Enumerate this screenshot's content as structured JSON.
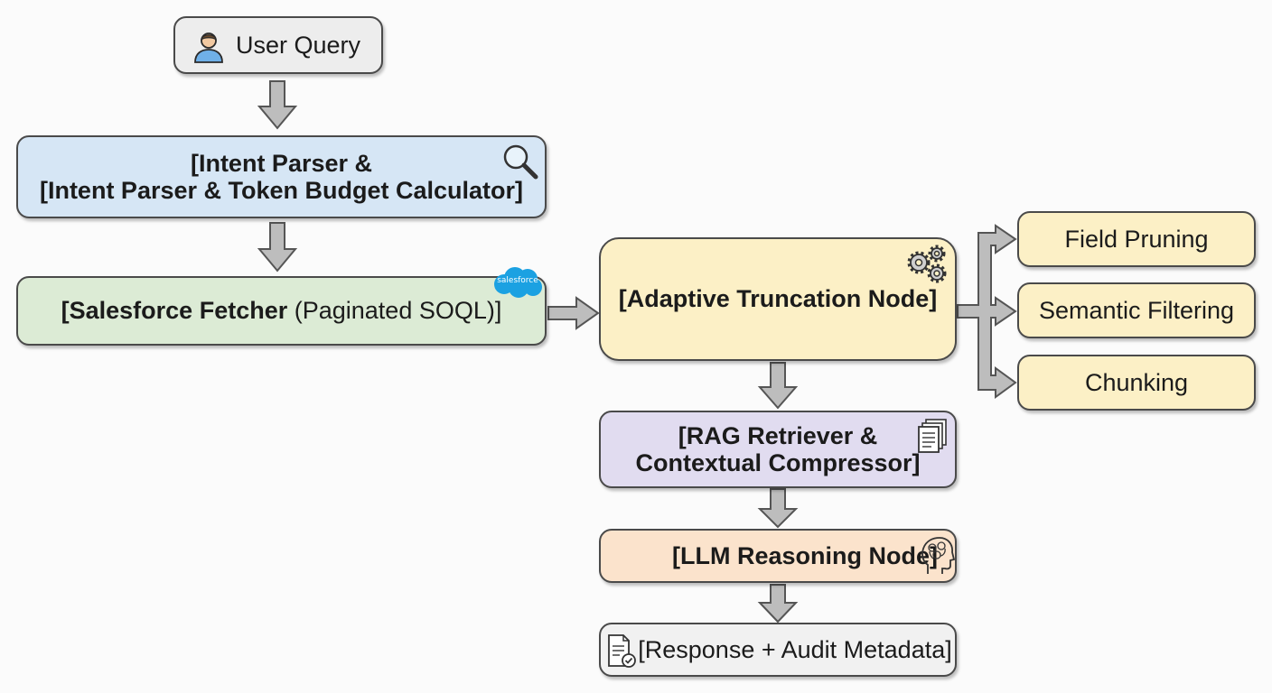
{
  "nodes": {
    "user_query": "User Query",
    "intent_line1": "[Intent Parser &",
    "intent_line2": "[Intent Parser & Token Budget Calculator]",
    "sf_bold": "[Salesforce Fetcher",
    "sf_reg": " (Paginated SOQL)]",
    "sf_logo": "salesforce",
    "adaptive": "[Adaptive Truncation Node]",
    "field_pruning": "Field Pruning",
    "semantic_filtering": "Semantic Filtering",
    "chunking": "Chunking",
    "rag_line1": "[RAG Retriever &",
    "rag_line2": "Contextual Compressor]",
    "llm": "[LLM Reasoning Node]",
    "response": "[Response + Audit Metadata]"
  },
  "icons": [
    "user-icon",
    "magnifier-icon",
    "salesforce-logo-icon",
    "gears-icon",
    "documents-icon",
    "brain-head-icon",
    "document-check-icon"
  ],
  "colors": {
    "gray": "#ededed",
    "blue": "#d6e6f5",
    "green": "#dcebd5",
    "yellow": "#fcf0c6",
    "purple": "#e1dcf0",
    "peach": "#fbe3cc",
    "salesforce": "#1ba1e2",
    "arrow": "#bdbdbd"
  }
}
